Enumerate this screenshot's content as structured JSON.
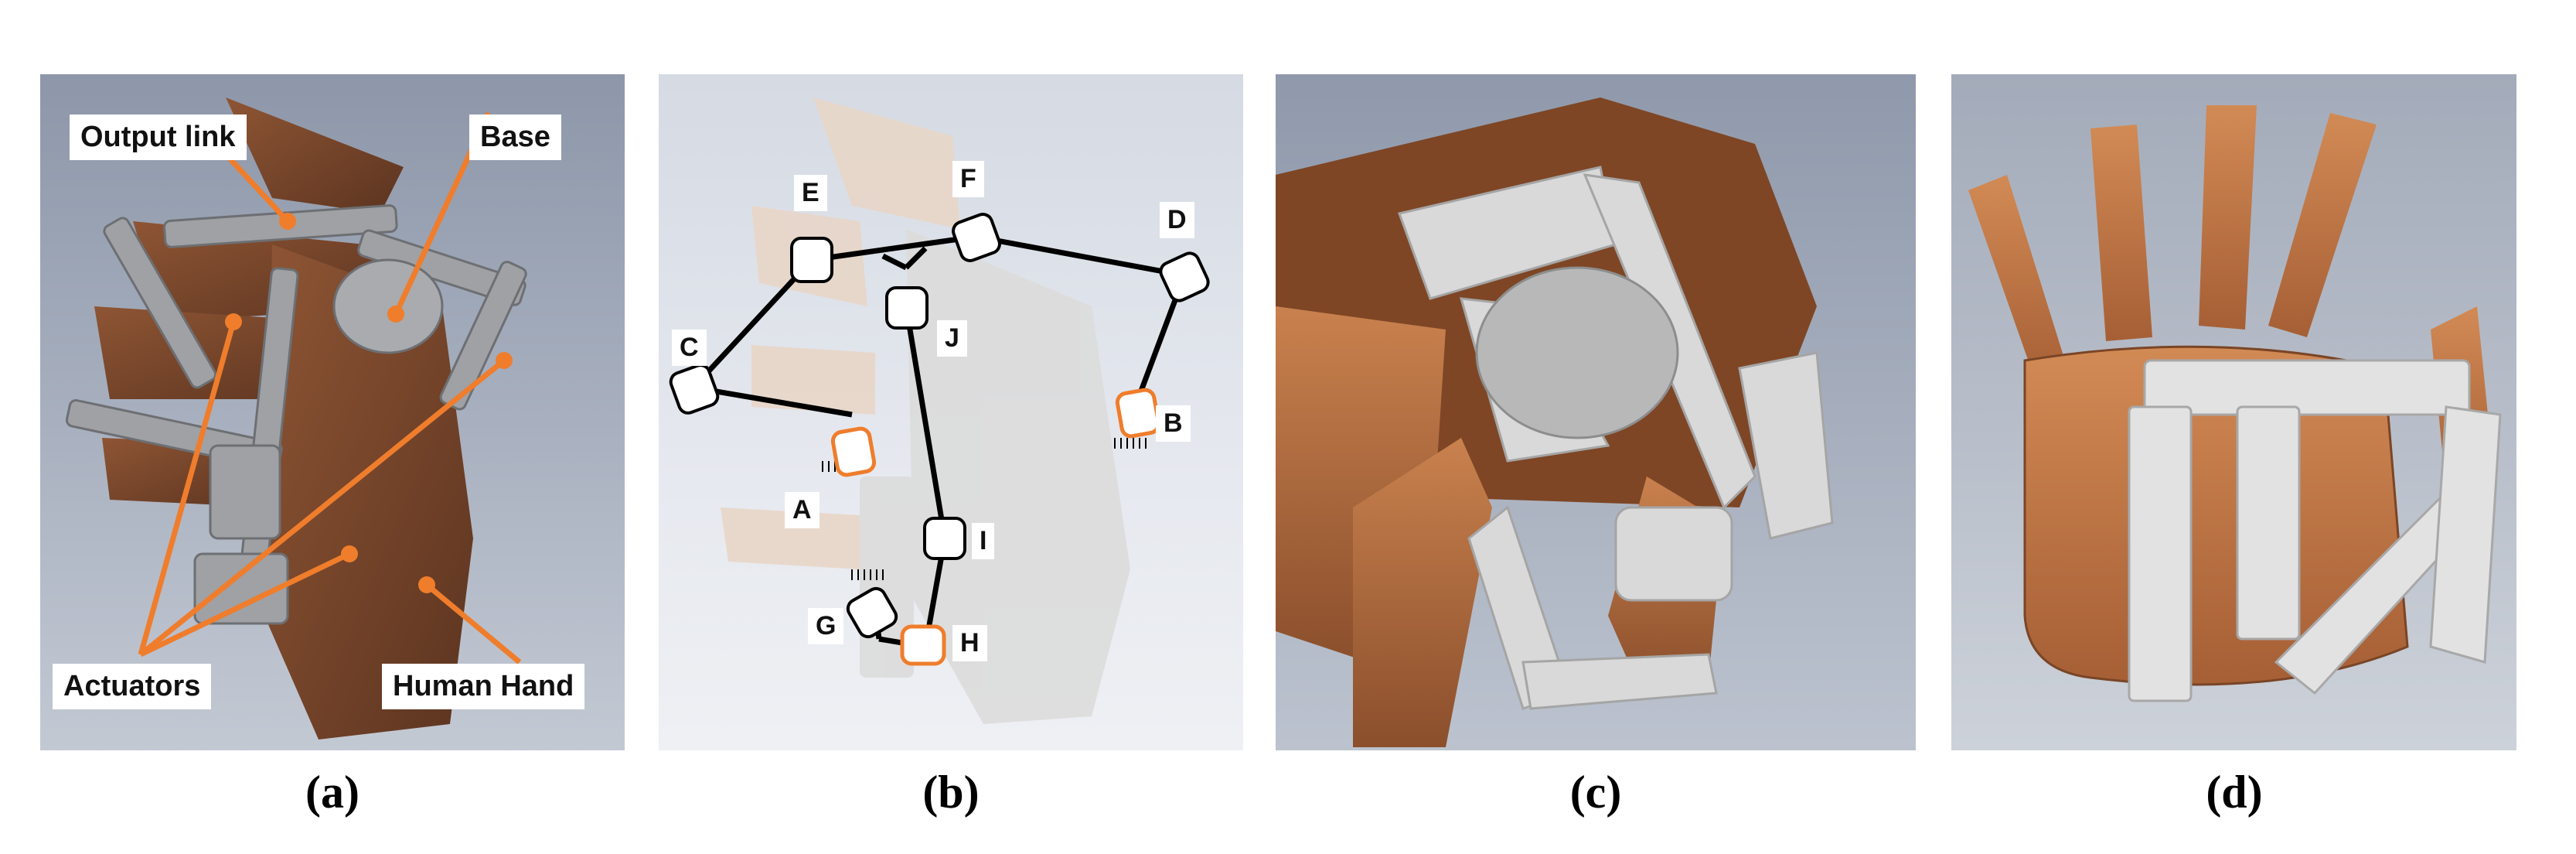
{
  "panels": {
    "a": {
      "caption": "(a)",
      "labels": {
        "output_link": "Output link",
        "base": "Base",
        "actuators": "Actuators",
        "human_hand": "Human Hand"
      }
    },
    "b": {
      "caption": "(b)",
      "joints": {
        "A": "A",
        "B": "B",
        "C": "C",
        "D": "D",
        "E": "E",
        "F": "F",
        "G": "G",
        "H": "H",
        "I": "I",
        "J": "J"
      }
    },
    "c": {
      "caption": "(c)"
    },
    "d": {
      "caption": "(d)"
    }
  },
  "colors": {
    "accent_orange": "#ef7d2c",
    "hand_brown": "#a8663f",
    "mechanism_gray": "#d7d7d7"
  }
}
